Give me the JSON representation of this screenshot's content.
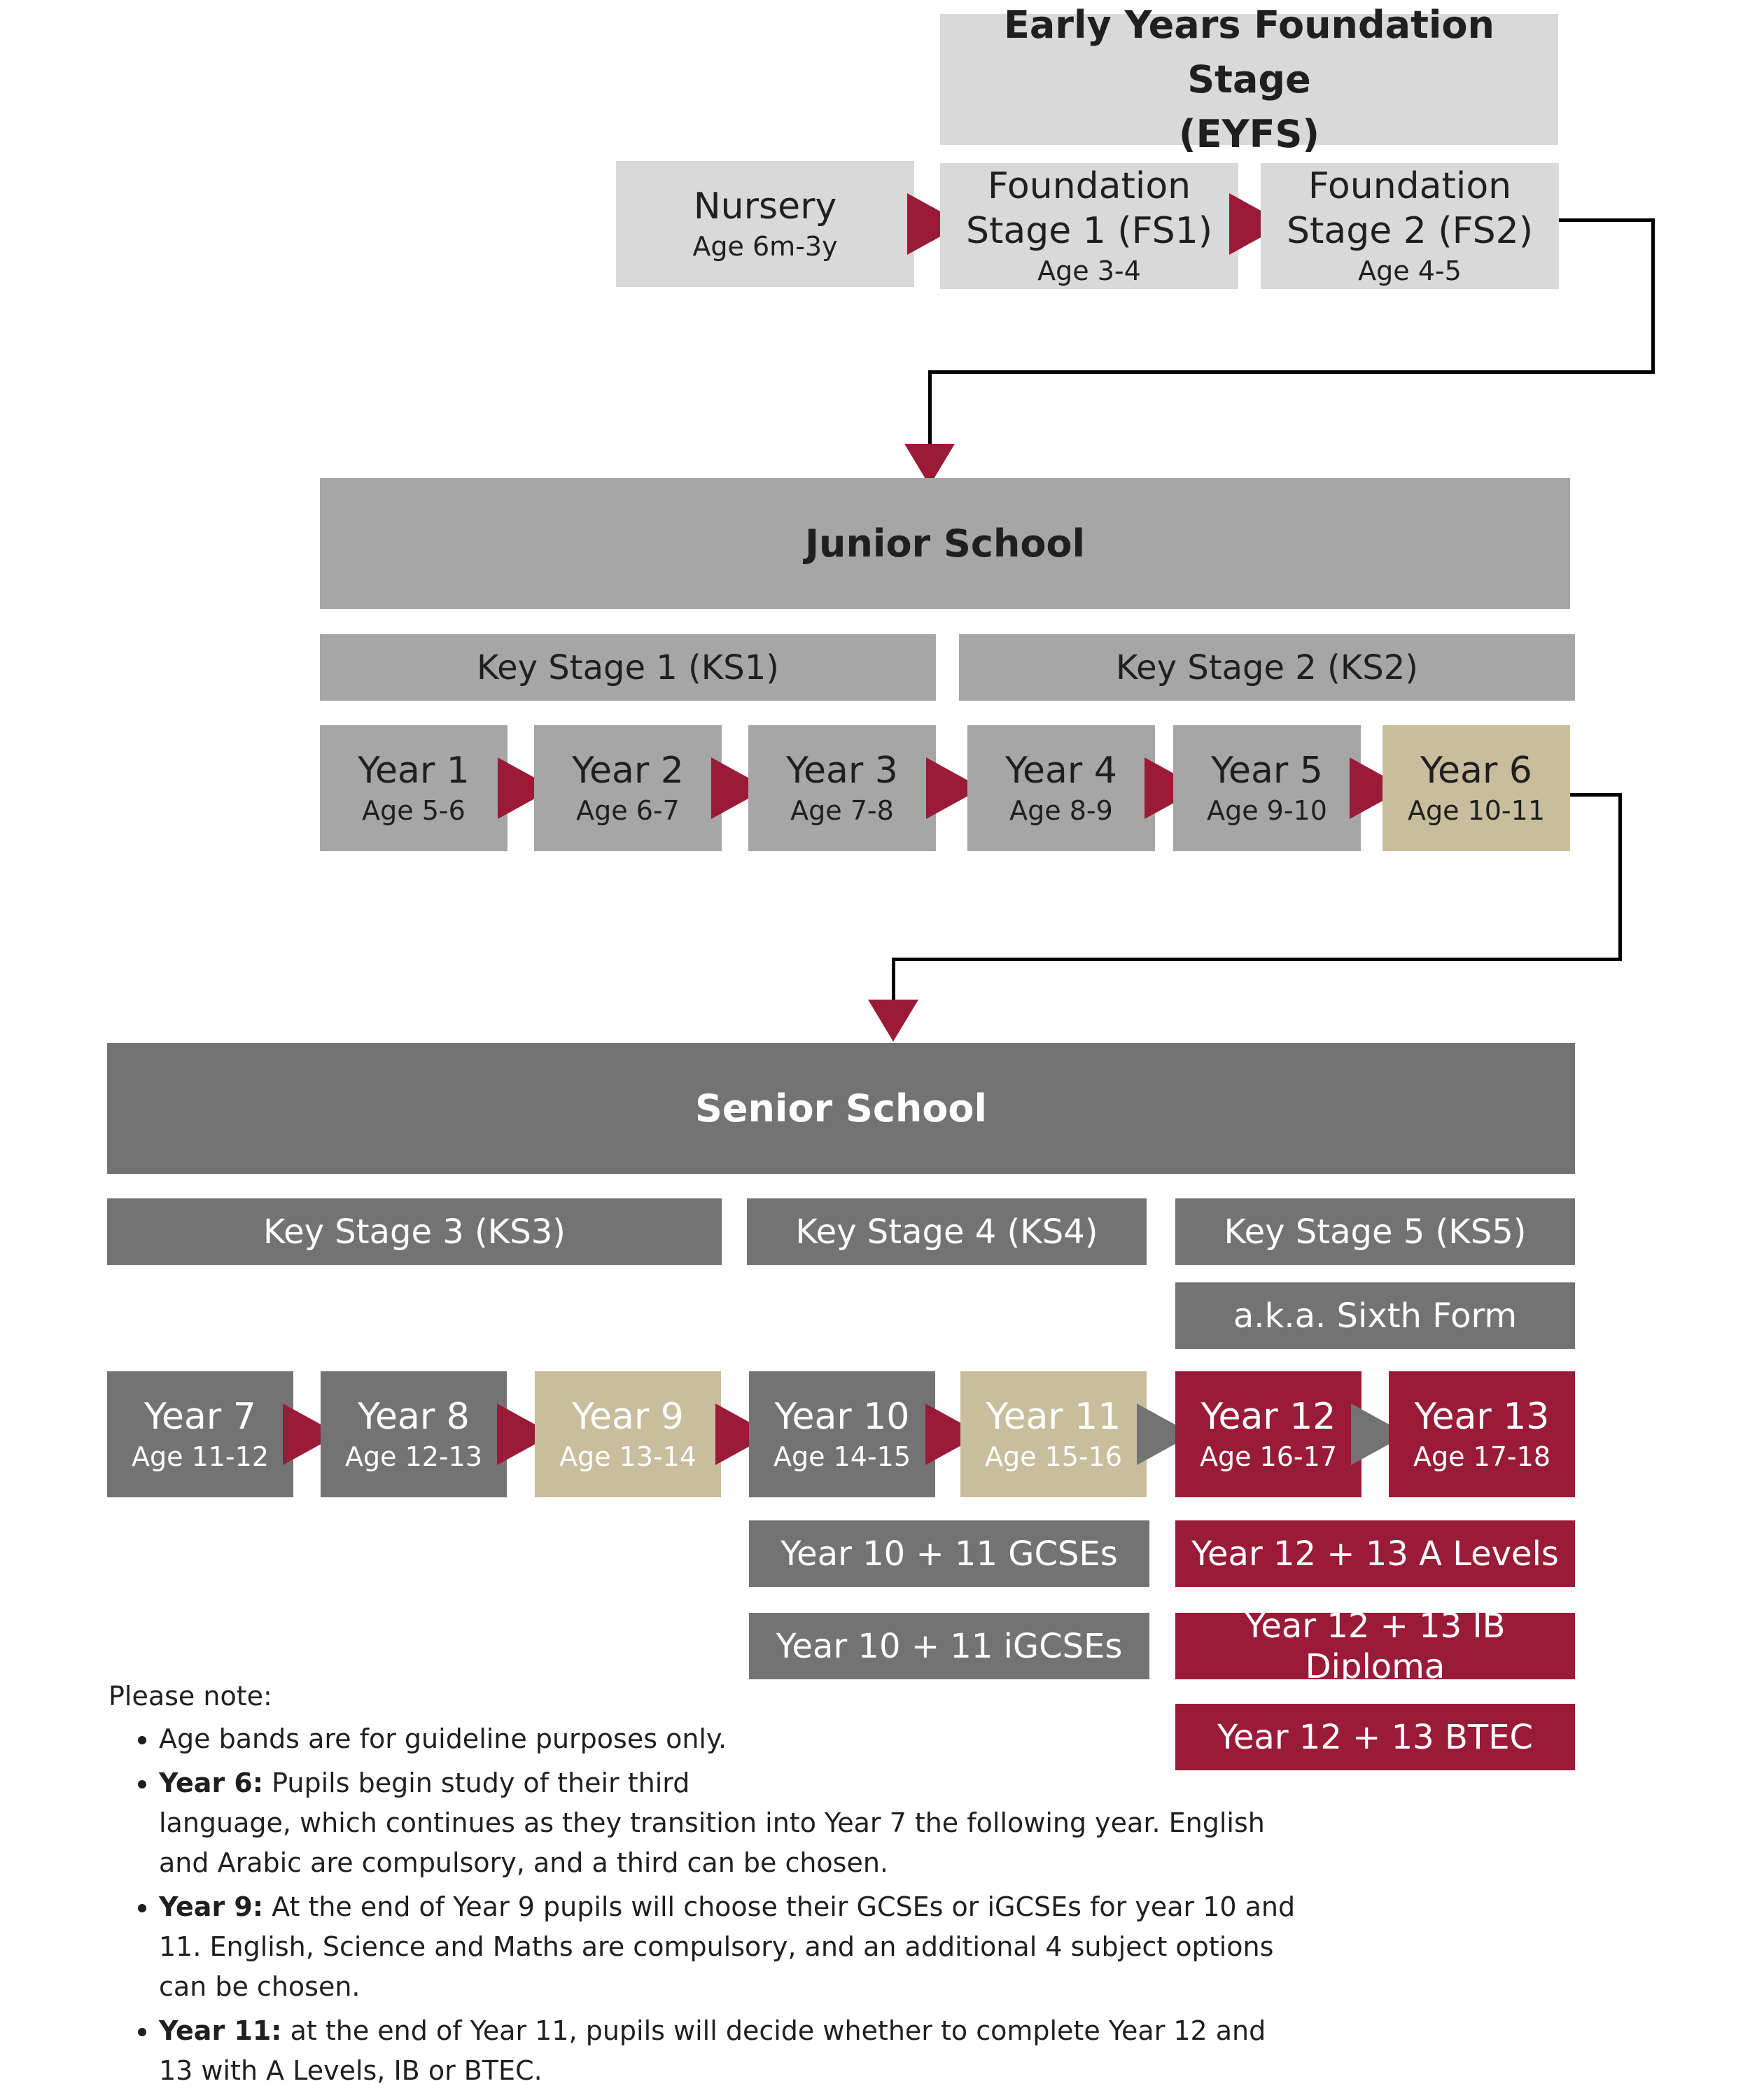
{
  "eyfs": {
    "header": {
      "line1": "Early Years Foundation Stage",
      "line2": "(EYFS)"
    },
    "nursery": {
      "title": "Nursery",
      "age": "Age 6m-3y"
    },
    "fs1": {
      "title1": "Foundation",
      "title2": "Stage 1 (FS1)",
      "age": "Age 3-4"
    },
    "fs2": {
      "title1": "Foundation",
      "title2": "Stage 2 (FS2)",
      "age": "Age 4-5"
    }
  },
  "junior": {
    "header": "Junior School",
    "ks1": "Key Stage 1 (KS1)",
    "ks2": "Key Stage 2 (KS2)",
    "years": [
      {
        "title": "Year 1",
        "age": "Age 5-6"
      },
      {
        "title": "Year 2",
        "age": "Age 6-7"
      },
      {
        "title": "Year 3",
        "age": "Age 7-8"
      },
      {
        "title": "Year 4",
        "age": "Age 8-9"
      },
      {
        "title": "Year 5",
        "age": "Age 9-10"
      },
      {
        "title": "Year 6",
        "age": "Age 10-11"
      }
    ]
  },
  "senior": {
    "header": "Senior School",
    "ks3": "Key Stage 3 (KS3)",
    "ks4": "Key Stage 4 (KS4)",
    "ks5": "Key Stage 5 (KS5)",
    "sixth_form": "a.k.a. Sixth Form",
    "years": [
      {
        "title": "Year 7",
        "age": "Age 11-12"
      },
      {
        "title": "Year 8",
        "age": "Age 12-13"
      },
      {
        "title": "Year 9",
        "age": "Age 13-14"
      },
      {
        "title": "Year 10",
        "age": "Age 14-15"
      },
      {
        "title": "Year 11",
        "age": "Age 15-16"
      },
      {
        "title": "Year 12",
        "age": "Age 16-17"
      },
      {
        "title": "Year 13",
        "age": "Age 17-18"
      }
    ],
    "gcse": "Year 10 + 11 GCSEs",
    "igcse": "Year 10 + 11 iGCSEs",
    "alevels": "Year 12 + 13 A Levels",
    "ib": "Year 12 + 13 IB Diploma",
    "btec": "Year 12 + 13 BTEC"
  },
  "notes": {
    "title": "Please note:",
    "item1": "Age bands are for guideline purposes only.",
    "item2_label": "Year 6:",
    "item2_text1": " Pupils begin study of their third",
    "item2_text2": "language, which continues as they transition into Year 7 the following year. English and Arabic are compulsory, and a third can be chosen.",
    "item3_label": "Year 9:",
    "item3_text": " At the end of Year 9 pupils will choose their GCSEs or iGCSEs for year 10 and 11. English, Science and Maths are compulsory, and an additional 4 subject options can be chosen.",
    "item4_label": "Year 11:",
    "item4_text": " at the end of Year 11, pupils will decide whether to complete Year 12 and 13 with A Levels, IB or BTEC."
  },
  "colors": {
    "light_grey": "#d9d9d9",
    "mid_grey": "#a6a6a6",
    "dark_grey": "#737373",
    "tan": "#c8bd9c",
    "crimson": "#9a1b37"
  }
}
